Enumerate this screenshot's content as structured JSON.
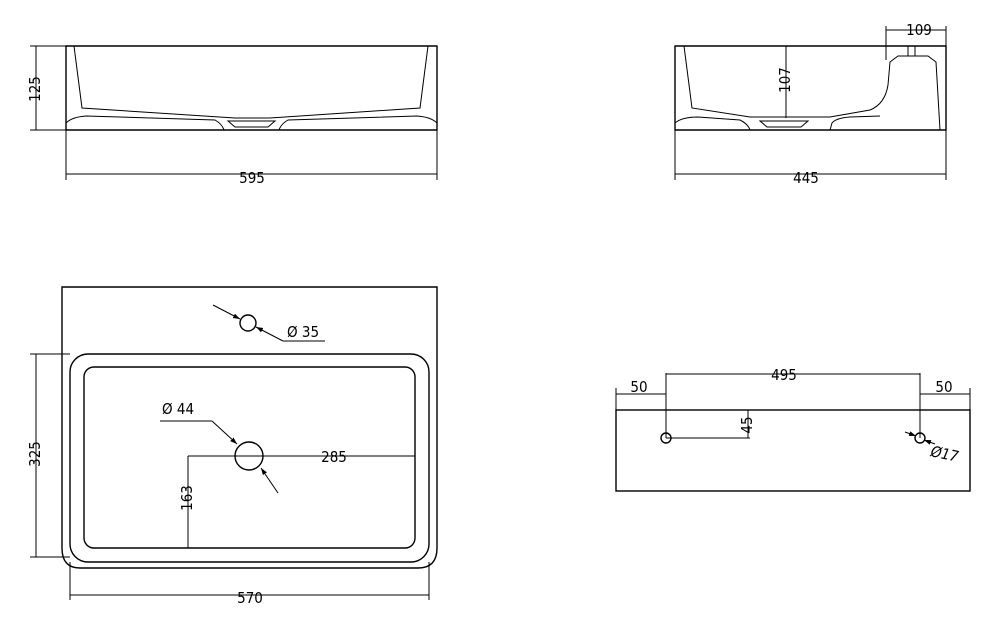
{
  "views": {
    "front": {
      "width_label": "595",
      "height_label": "125"
    },
    "side": {
      "width_label": "445",
      "inner_height_label": "107",
      "deck_label": "109"
    },
    "top": {
      "tap_hole_label": "Ø 35",
      "drain_label": "Ø 44",
      "drain_offset_x_label": "285",
      "drain_offset_y_label": "163",
      "depth_label": "325",
      "width_label": "570"
    },
    "back": {
      "left_margin_label": "50",
      "hole_spacing_label": "495",
      "right_margin_label": "50",
      "hole_height_label": "45",
      "hole_diameter_label": "Ø17"
    }
  },
  "colors": {
    "line": "#000000",
    "background": "#ffffff"
  }
}
